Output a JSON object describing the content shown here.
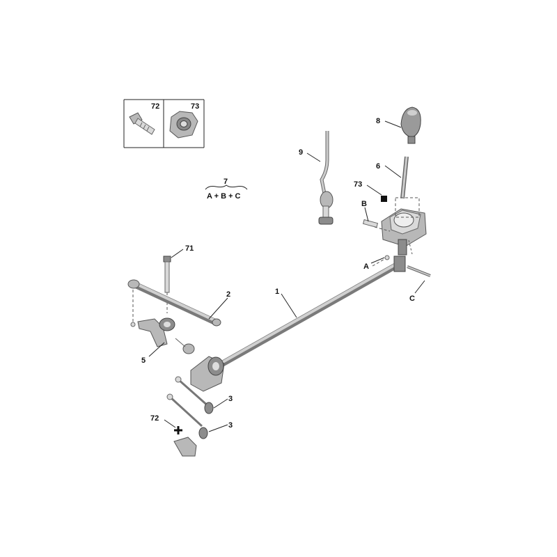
{
  "diagram": {
    "legend_box": {
      "bolt_ref": "72",
      "nut_ref": "73"
    },
    "kit": {
      "ref": "7",
      "contents": "A + B + C"
    },
    "callouts": {
      "knob": "8",
      "lever_rod": "6",
      "upper_rod": "9",
      "nut_box": "73",
      "pin_b": "B",
      "pin_a": "A",
      "bolt_c": "C",
      "bolt_71": "71",
      "short_rod": "2",
      "main_rod": "1",
      "bracket": "5",
      "bushing_upper": "3",
      "bushing_lower": "3",
      "bolt_72": "72"
    },
    "icon_names": [
      "bolt-icon",
      "nut-icon"
    ]
  }
}
